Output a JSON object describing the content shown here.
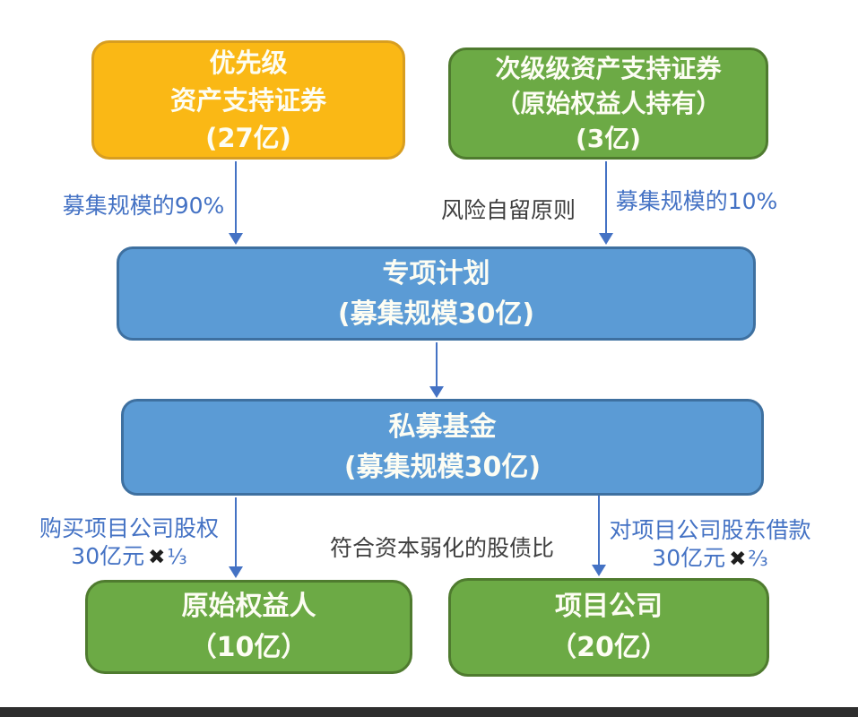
{
  "colors": {
    "background": "#FFFFFF",
    "orange-fill": "#FAB815",
    "orange-border": "#D89E20",
    "green-fill": "#6CAA45",
    "green-border": "#4F7B2F",
    "blue-fill": "#5B9BD5",
    "blue-border": "#3E70A0",
    "arrow": "#4472C4",
    "label-blue": "#4472C4",
    "label-dark": "#3F3F3F",
    "box-text": "#FDFDF3",
    "bottom-bar": "#2E2E2E"
  },
  "nodes": {
    "senior": {
      "lines": [
        "优先级",
        "资产支持证券",
        "(27亿)"
      ]
    },
    "subordinate": {
      "lines": [
        "次级级资产支持证券",
        "（原始权益人持有）",
        "(3亿)"
      ]
    },
    "special_plan": {
      "lines": [
        "专项计划",
        "(募集规模30亿)"
      ]
    },
    "private_fund": {
      "lines": [
        "私募基金",
        "(募集规模30亿)"
      ]
    },
    "originator": {
      "lines": [
        "原始权益人",
        "（10亿）"
      ]
    },
    "project_company": {
      "lines": [
        "项目公司",
        "（20亿）"
      ]
    }
  },
  "labels": {
    "raise_90": "募集规模的90%",
    "risk_retention": "风险自留原则",
    "raise_10": "募集规模的10%",
    "buy_equity_line1": "购买项目公司股权",
    "buy_equity_amount": "30亿元",
    "buy_equity_times": "✖",
    "buy_equity_fraction": "⅓",
    "thin_cap": "符合资本弱化的股债比",
    "loan_line1": "对项目公司股东借款",
    "loan_amount": "30亿元",
    "loan_times": "✖",
    "loan_fraction": "⅔"
  }
}
